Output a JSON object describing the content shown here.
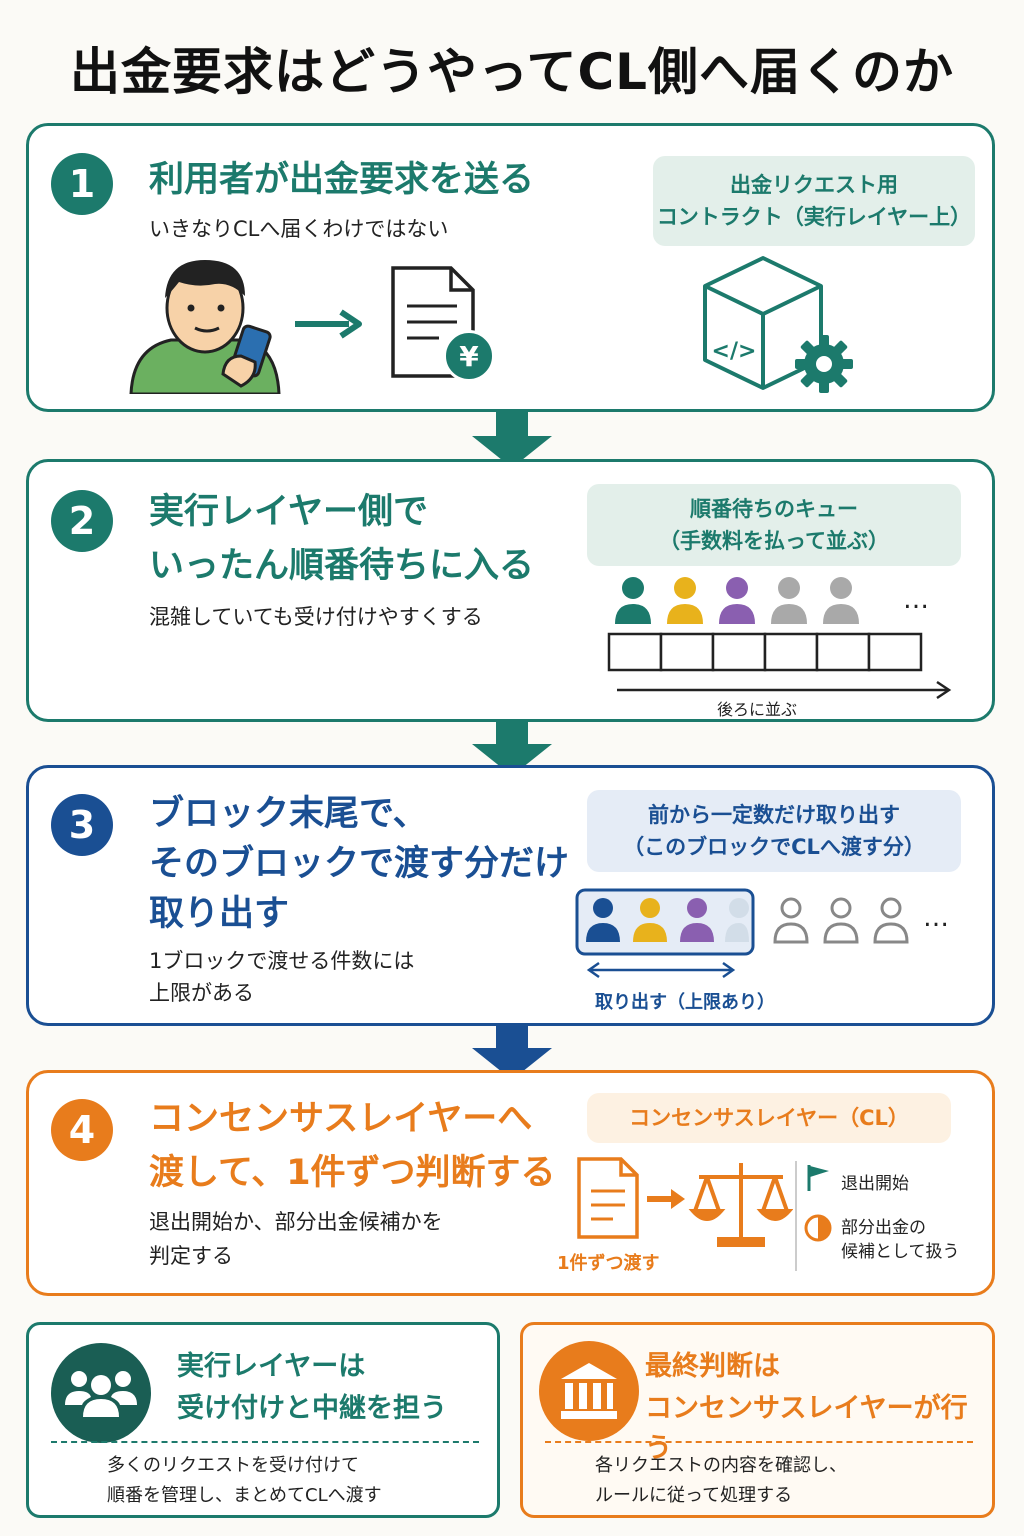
{
  "title": "出金要求はどうやってCL側へ届くのか",
  "steps": [
    {
      "number": "1",
      "heading": "利用者が出金要求を送る",
      "subtext": "いきなりCLへ届くわけではない",
      "chip_line1": "出金リクエスト用",
      "chip_line2": "コントラクト（実行レイヤー上）"
    },
    {
      "number": "2",
      "heading_line1": "実行レイヤー側で",
      "heading_line2": "いったん順番待ちに入る",
      "subtext": "混雑していても受け付けやすくする",
      "chip_line1": "順番待ちのキュー",
      "chip_line2": "（手数料を払って並ぶ）",
      "queue_caption": "後ろに並ぶ"
    },
    {
      "number": "3",
      "heading_line1": "ブロック末尾で、",
      "heading_line2": "そのブロックで渡す分だけ",
      "heading_line3": "取り出す",
      "subtext_line1": "1ブロックで渡せる件数には",
      "subtext_line2": "上限がある",
      "chip_line1": "前から一定数だけ取り出す",
      "chip_line2": "（このブロックでCLへ渡す分）",
      "take_caption": "取り出す（上限あり）"
    },
    {
      "number": "4",
      "heading_line1": "コンセンサスレイヤーへ",
      "heading_line2": "渡して、1件ずつ判断する",
      "subtext_line1": "退出開始か、部分出金候補かを",
      "subtext_line2": "判定する",
      "chip_line1": "コンセンサスレイヤー（CL）",
      "pass_caption": "1件ずつ渡す",
      "outcome1": "退出開始",
      "outcome2_line1": "部分出金の",
      "outcome2_line2": "候補として扱う"
    }
  ],
  "summary": [
    {
      "heading_line1": "実行レイヤーは",
      "heading_line2": "受け付けと中継を担う",
      "text_line1": "多くのリクエストを受け付けて",
      "text_line2": "順番を管理し、まとめてCLへ渡す"
    },
    {
      "heading_line1": "最終判断は",
      "heading_line2": "コンセンサスレイヤーが行う",
      "text_line1": "各リクエストの内容を確認し、",
      "text_line2": "ルールに従って処理する"
    }
  ],
  "icons": {
    "yen_symbol": "¥",
    "code_symbol": "</>",
    "ellipsis": "…"
  },
  "colors": {
    "teal": "#1c7a6c",
    "blue": "#1a4f93",
    "orange": "#e87c1c",
    "yellow": "#e8b21c",
    "purple": "#8a5fb0",
    "gray": "#a9a9a9"
  }
}
